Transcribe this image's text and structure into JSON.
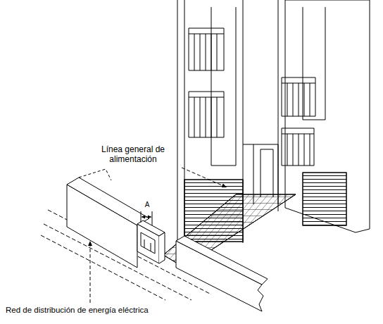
{
  "diagram": {
    "labels": [
      "Línea general de alimentación",
      "Red de distribución de energía eléctrica",
      "A"
    ]
  }
}
